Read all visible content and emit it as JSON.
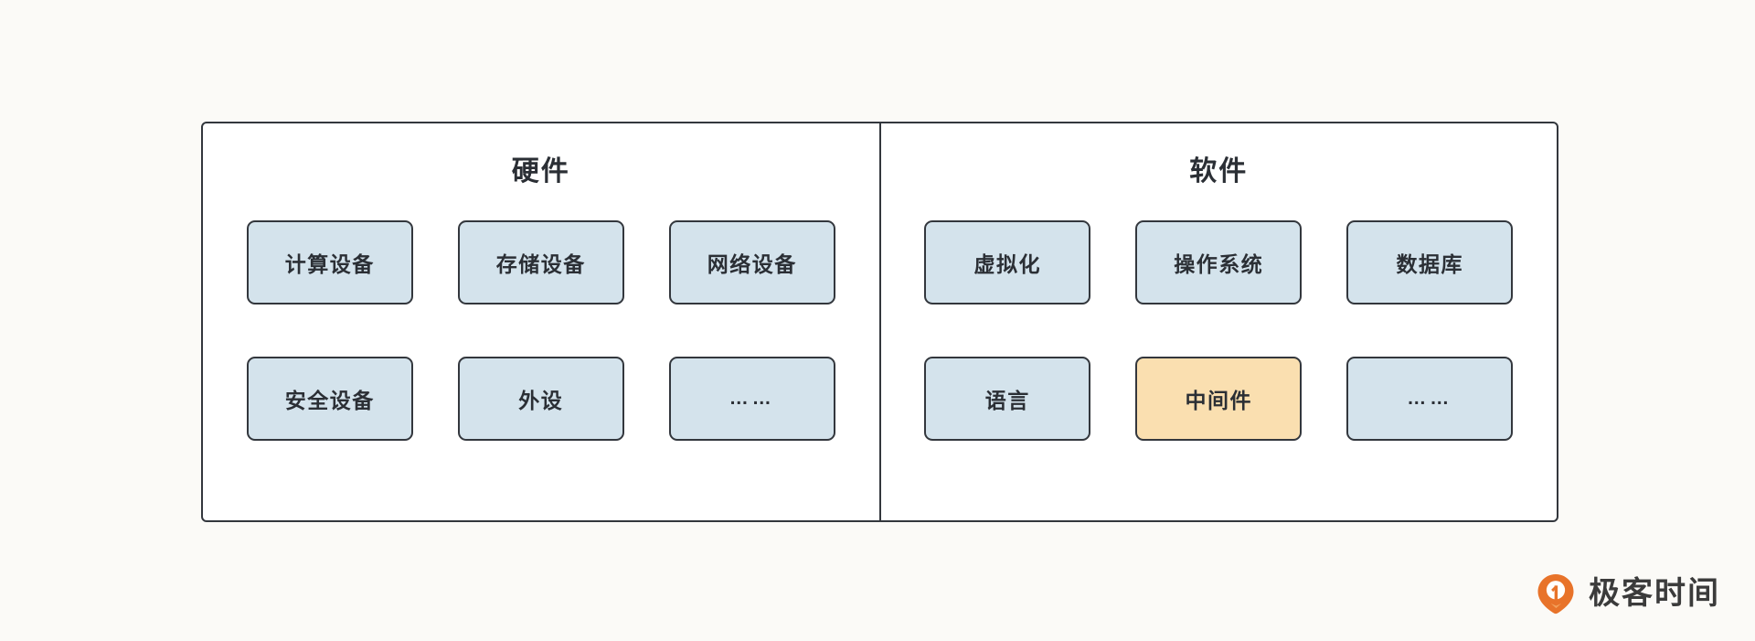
{
  "page": {
    "background_color": "#fbfaf7",
    "panel_background": "#ffffff",
    "border_color": "#33373d",
    "node_fill": "#d4e3ec",
    "node_highlight_fill": "#fadfb0",
    "text_color": "#2b2f35"
  },
  "panels": [
    {
      "id": "hardware",
      "title": "硬件",
      "nodes": [
        {
          "label": "计算设备",
          "highlight": false,
          "ellipsis": false
        },
        {
          "label": "存储设备",
          "highlight": false,
          "ellipsis": false
        },
        {
          "label": "网络设备",
          "highlight": false,
          "ellipsis": false
        },
        {
          "label": "安全设备",
          "highlight": false,
          "ellipsis": false
        },
        {
          "label": "外设",
          "highlight": false,
          "ellipsis": false
        },
        {
          "label": "……",
          "highlight": false,
          "ellipsis": true
        }
      ]
    },
    {
      "id": "software",
      "title": "软件",
      "nodes": [
        {
          "label": "虚拟化",
          "highlight": false,
          "ellipsis": false
        },
        {
          "label": "操作系统",
          "highlight": false,
          "ellipsis": false
        },
        {
          "label": "数据库",
          "highlight": false,
          "ellipsis": false
        },
        {
          "label": "语言",
          "highlight": false,
          "ellipsis": false
        },
        {
          "label": "中间件",
          "highlight": true,
          "ellipsis": false
        },
        {
          "label": "……",
          "highlight": false,
          "ellipsis": true
        }
      ]
    }
  ],
  "brand": {
    "name": "极客时间",
    "mark_icon": "geektime-pin-icon",
    "mark_color": "#e8732a"
  }
}
